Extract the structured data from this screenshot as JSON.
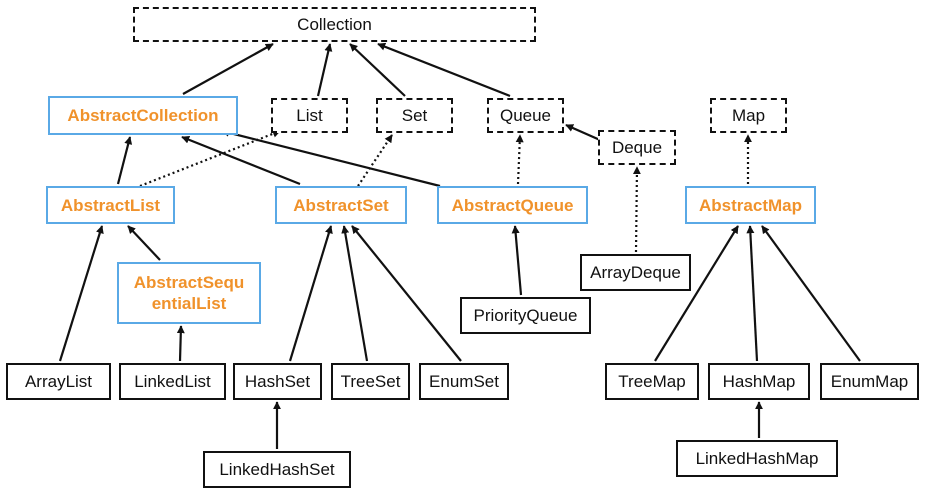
{
  "diagram": {
    "interfaces": {
      "collection": "Collection",
      "list": "List",
      "set": "Set",
      "queue": "Queue",
      "deque": "Deque",
      "map": "Map"
    },
    "abstract_classes": {
      "abstract_collection": "AbstractCollection",
      "abstract_list": "AbstractList",
      "abstract_set": "AbstractSet",
      "abstract_queue": "AbstractQueue",
      "abstract_map": "AbstractMap",
      "abstract_sequential_list": "AbstractSequ\nentialList"
    },
    "classes": {
      "array_list": "ArrayList",
      "linked_list": "LinkedList",
      "hash_set": "HashSet",
      "tree_set": "TreeSet",
      "enum_set": "EnumSet",
      "linked_hash_set": "LinkedHashSet",
      "priority_queue": "PriorityQueue",
      "array_deque": "ArrayDeque",
      "tree_map": "TreeMap",
      "hash_map": "HashMap",
      "enum_map": "EnumMap",
      "linked_hash_map": "LinkedHashMap"
    },
    "colors": {
      "abstract_border": "#5aa9e6",
      "abstract_text": "#f0922b",
      "line": "#111111"
    },
    "edges": [
      {
        "from": "abstract_collection",
        "to": "collection",
        "kind": "extends"
      },
      {
        "from": "list",
        "to": "collection",
        "kind": "extends"
      },
      {
        "from": "set",
        "to": "collection",
        "kind": "extends"
      },
      {
        "from": "queue",
        "to": "collection",
        "kind": "extends"
      },
      {
        "from": "deque",
        "to": "queue",
        "kind": "extends"
      },
      {
        "from": "abstract_list",
        "to": "abstract_collection",
        "kind": "extends"
      },
      {
        "from": "abstract_list",
        "to": "list",
        "kind": "implements"
      },
      {
        "from": "abstract_set",
        "to": "abstract_collection",
        "kind": "extends"
      },
      {
        "from": "abstract_queue",
        "to": "abstract_collection",
        "kind": "extends"
      },
      {
        "from": "abstract_set",
        "to": "set",
        "kind": "implements"
      },
      {
        "from": "abstract_queue",
        "to": "queue",
        "kind": "implements"
      },
      {
        "from": "array_deque",
        "to": "deque",
        "kind": "implements"
      },
      {
        "from": "abstract_map",
        "to": "map",
        "kind": "implements"
      },
      {
        "from": "abstract_sequential_list",
        "to": "abstract_list",
        "kind": "extends"
      },
      {
        "from": "array_list",
        "to": "abstract_list",
        "kind": "extends"
      },
      {
        "from": "linked_list",
        "to": "abstract_sequential_list",
        "kind": "extends"
      },
      {
        "from": "hash_set",
        "to": "abstract_set",
        "kind": "extends"
      },
      {
        "from": "tree_set",
        "to": "abstract_set",
        "kind": "extends"
      },
      {
        "from": "enum_set",
        "to": "abstract_set",
        "kind": "extends"
      },
      {
        "from": "linked_hash_set",
        "to": "hash_set",
        "kind": "extends"
      },
      {
        "from": "priority_queue",
        "to": "abstract_queue",
        "kind": "extends"
      },
      {
        "from": "tree_map",
        "to": "abstract_map",
        "kind": "extends"
      },
      {
        "from": "hash_map",
        "to": "abstract_map",
        "kind": "extends"
      },
      {
        "from": "enum_map",
        "to": "abstract_map",
        "kind": "extends"
      },
      {
        "from": "linked_hash_map",
        "to": "hash_map",
        "kind": "extends"
      }
    ]
  }
}
